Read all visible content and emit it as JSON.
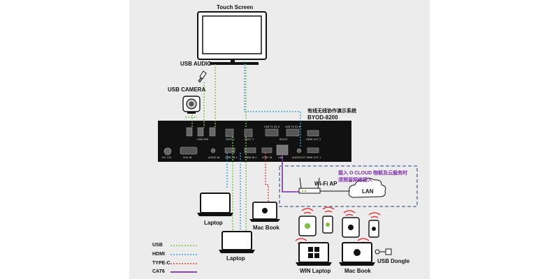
{
  "diagram": {
    "touch_screen": "Touch Screen",
    "usb_audio": "USB AUDIO",
    "usb_camera": "USB CAMERA",
    "system_name_cn": "有线无线协作演示系统",
    "system_model": "BYOD-8200",
    "cloud_line1": "接入 O CLOUD 物联及云服务时",
    "cloud_line2": "须预留网络接入",
    "wifi_ap": "Wi-Fi AP",
    "lan": "LAN",
    "laptop_1": "Laptop",
    "laptop_2": "Laptop",
    "macbook_1": "Mac Book",
    "win_laptop": "WIN Laptop",
    "macbook_2": "Mac Book",
    "usb_dongle": "USB Dongle"
  },
  "ports": {
    "usb_hub": "USB HUB",
    "host1": "HOST 1",
    "host2": "HOST 2",
    "usb_tx_rx_a": "USB TX RX A",
    "usb_tx_rx_b": "USB TX RX B",
    "rs232": "RS232",
    "hdmi_out2": "HDMI OUT 2",
    "hdmi_out1": "HDMI OUT 1",
    "dc_12v": "DC 12V",
    "vga_in": "VGA IN",
    "audio_in": "AUDIO IN",
    "usbc_in1": "USBC IN 1",
    "hdmi_in2": "HDMI IN 2",
    "usbc_in": "USBC IN",
    "lan": "LAN",
    "audio_out": "AUDIOOUT"
  },
  "legend": [
    {
      "label": "USB",
      "color": "#7cc242",
      "style": "dotted"
    },
    {
      "label": "HDMI",
      "color": "#3aa0d8",
      "style": "dotted"
    },
    {
      "label": "TYPE-C",
      "color": "#e23b3b",
      "style": "dotted"
    },
    {
      "label": "CAT6",
      "color": "#7b2aa8",
      "style": "solid"
    }
  ],
  "colors": {
    "usb": "#7cc242",
    "hdmi": "#3aa0d8",
    "typec": "#e23b3b",
    "cat6": "#7b2aa8",
    "box_border": "#7a8aa8",
    "device_body": "#111111"
  }
}
